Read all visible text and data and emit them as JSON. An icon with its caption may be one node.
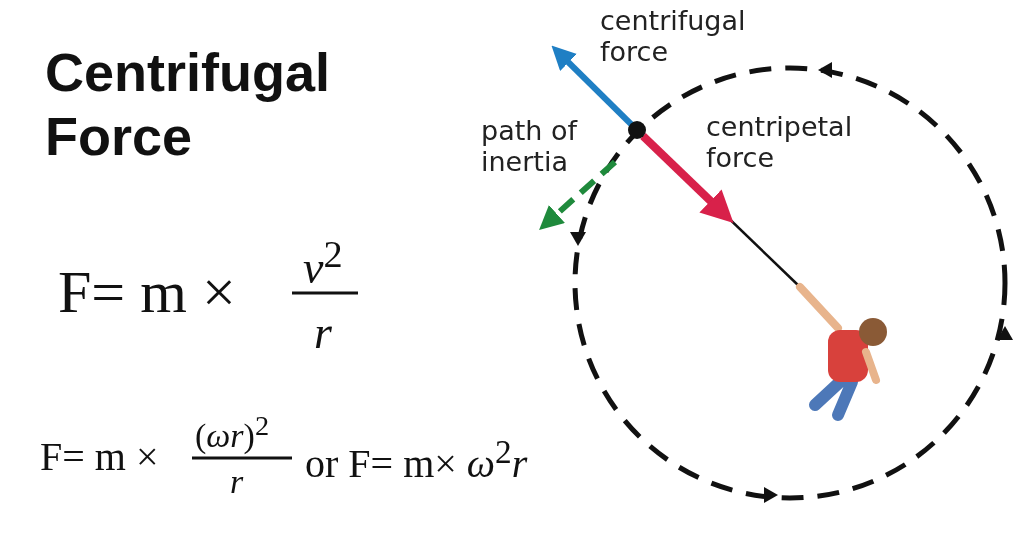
{
  "diagram": {
    "title": "Centrifugal Force",
    "nodes": [
      {
        "text": [],
        "shape": "circle"
      },
      {
        "text": [],
        "shape": "person"
      }
    ],
    "edges": [
      {
        "from": 1,
        "to": 0,
        "arrow": "none"
      }
    ],
    "labels": [
      "centrifugal force",
      "path of inertia",
      "centripetal force",
      "F= m ×",
      "*v*$^{2}$",
      "r",
      "F= m ×",
      "(*ωr*)$^{2}$",
      "r",
      "or F= m× *ω*$^{2}$*r*"
    ]
  }
}
